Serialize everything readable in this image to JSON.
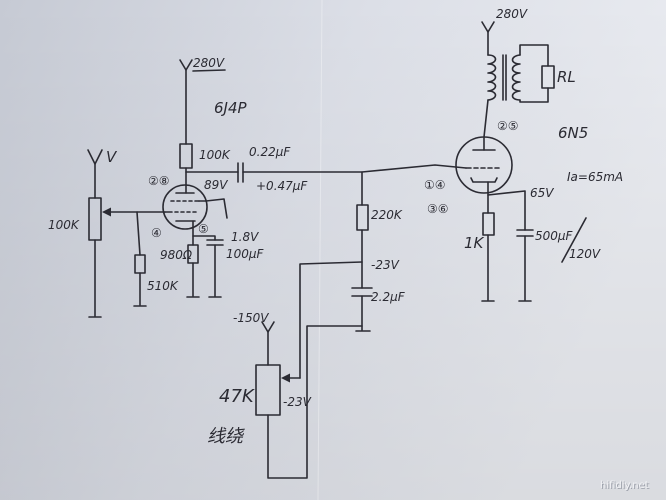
{
  "colors": {
    "ink": "#2b2b33",
    "paper": "#dfe2e9"
  },
  "labels": {
    "input": "V",
    "volume_pot": "100K",
    "grid_resistor": "510K",
    "supply_left": "280V",
    "tube1_type": "6J4P",
    "plate_resistor": "100K",
    "coupling_cap": "0.22μF",
    "coupling_cap_parallel": "+0.47μF",
    "plate_voltage": "89V",
    "tube1_pins_top": "②⑧",
    "tube1_pin_grid": "④",
    "tube1_pin_cathode": "⑤",
    "cathode_voltage": "1.8V",
    "cathode_cap": "100μF",
    "cathode_resistor": "980Ω",
    "bias_resistor": "220K",
    "bias_voltage": "-23V",
    "bias_cap": "2.2μF",
    "neg_supply": "-150V",
    "bias_pot": "47K",
    "bias_pot_wiper_voltage": "-23V",
    "bias_pot_type": "线绕",
    "supply_right": "280V",
    "load": "RL",
    "tube2_type": "6N5",
    "tube2_current": "Ia=65mA",
    "tube2_pins_plate": "②⑤",
    "tube2_pins_grid": "①④",
    "tube2_pins_cathode": "③⑥",
    "tube2_cathode_voltage": "65V",
    "tube2_cathode_resistor": "1K",
    "tube2_cathode_cap": "500μF",
    "tube2_cap_voltage": "120V",
    "watermark": "hifidiy.net"
  }
}
